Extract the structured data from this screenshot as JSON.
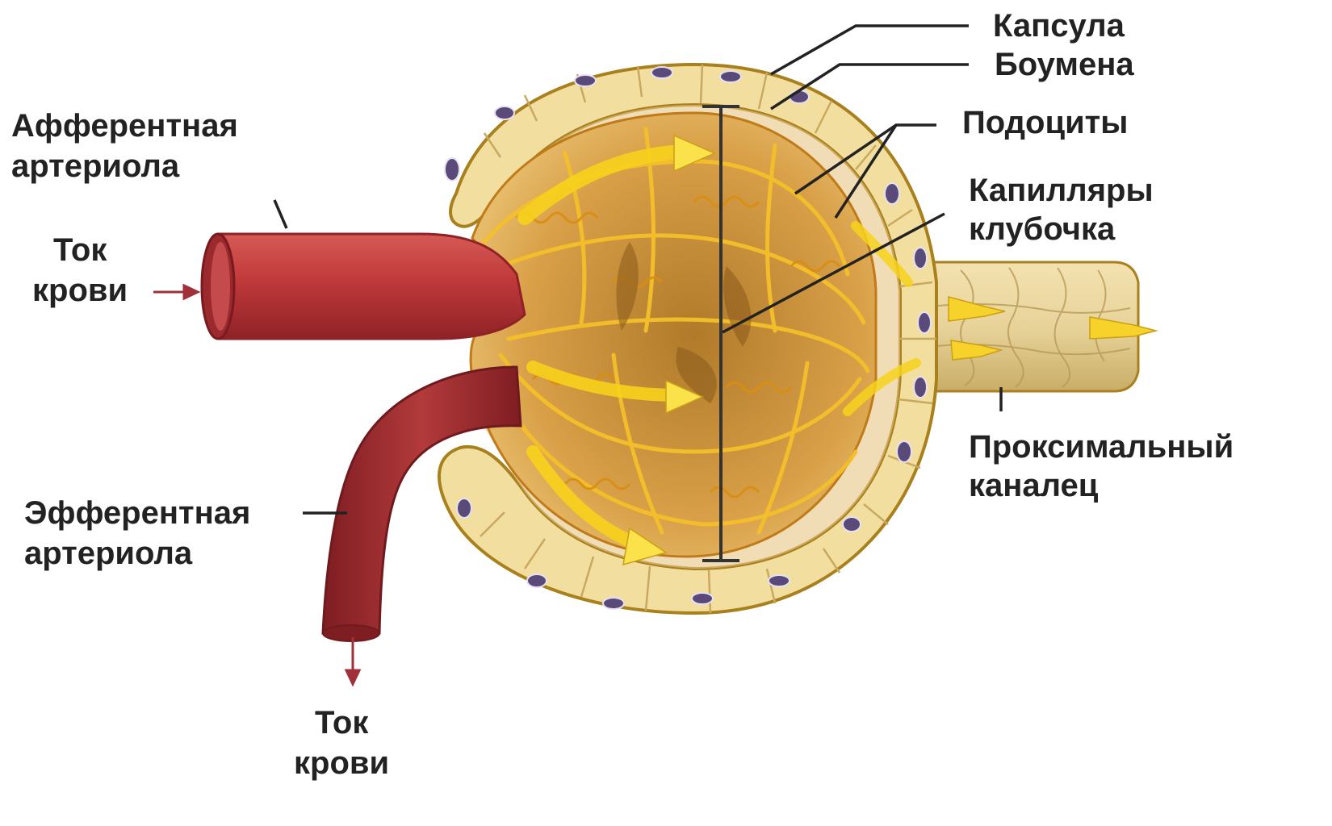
{
  "labels": {
    "capsule_line1": "Капсула",
    "capsule_line2": "Боумена",
    "podocytes": "Подоциты",
    "capillaries_line1": "Капилляры",
    "capillaries_line2": "клубочка",
    "afferent_line1": "Афферентная",
    "afferent_line2": "артериола",
    "inflow_line1": "Ток",
    "inflow_line2": "крови",
    "efferent_line1": "Эфферентная",
    "efferent_line2": "артериола",
    "outflow_line1": "Ток",
    "outflow_line2": "крови",
    "tubule_line1": "Проксимальный",
    "tubule_line2": "каналец"
  },
  "colors": {
    "afferent_arteriole": "#c0393a",
    "efferent_arteriole": "#a83236",
    "capsule_wall": "#f2dfa0",
    "capsule_outline": "#a8801e",
    "glomerulus": "#e8a020",
    "capillary_lines": "#f5c02a",
    "flow_arrows": "#f7d21c",
    "tubule": "#e8d39a",
    "cell_nuclei": "#5a4a7a",
    "blood_flow_arrow": "#a0303a",
    "leader_lines": "#222222",
    "label_text": "#222222"
  }
}
